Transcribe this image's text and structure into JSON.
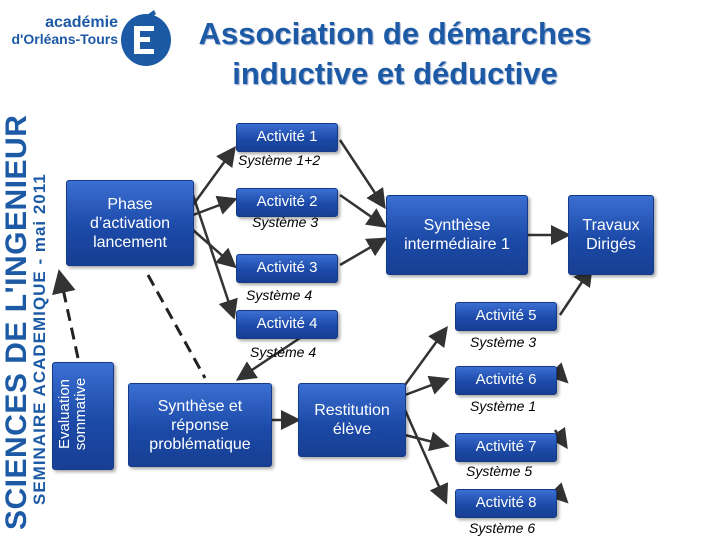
{
  "header": {
    "title_line1": "Association de démarches",
    "title_line2": "inductive et déductive"
  },
  "logo": {
    "line1": "académie",
    "line2": "d'Orléans-Tours",
    "emblem": "É"
  },
  "sidebar": {
    "main_text": "SCIENCES DE L'INGENIEUR",
    "sub_text": "SEMINAIRE ACADEMIQUE - mai 2011"
  },
  "diagram": {
    "phase_activation": "Phase d’activation lancement",
    "activite1": "Activité 1",
    "systeme1": "Système 1+2",
    "activite2": "Activité 2",
    "systeme2": "Système 3",
    "activite3": "Activité 3",
    "systeme3": "Système 4",
    "activite4": "Activité 4",
    "systeme4": "Système 4",
    "synthese_intermediaire": "Synthèse intermédiaire 1",
    "travaux_diriges": "Travaux Dirigés",
    "activite5": "Activité 5",
    "systeme5": "Système 3",
    "activite6": "Activité 6",
    "systeme6": "Système 1",
    "activite7": "Activité 7",
    "systeme7": "Système 5",
    "activite8": "Activité 8",
    "systeme8": "Système 6",
    "evaluation": "Evaluation sommative",
    "synthese_reponse": "Synthèse et réponse problématique",
    "restitution": "Restitution élève"
  },
  "colors": {
    "box_blue": "#1c4aa8",
    "title_blue": "#1c5aa6"
  }
}
